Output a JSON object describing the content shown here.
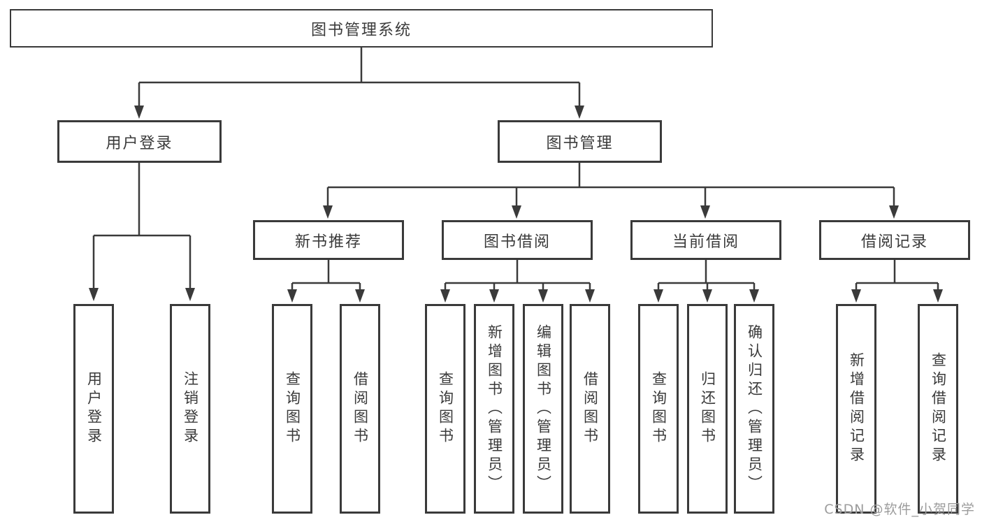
{
  "diagram": {
    "root": {
      "label": "图书管理系统"
    },
    "user_branch": {
      "label": "用户登录",
      "children": [
        {
          "label": "用户登录"
        },
        {
          "label": "注销登录"
        }
      ]
    },
    "book_branch": {
      "label": "图书管理",
      "groups": [
        {
          "label": "新书推荐",
          "children": [
            {
              "label": "查询图书"
            },
            {
              "label": "借阅图书"
            }
          ]
        },
        {
          "label": "图书借阅",
          "children": [
            {
              "label": "查询图书"
            },
            {
              "label": "新增图书（管理员）"
            },
            {
              "label": "编辑图书（管理员）"
            },
            {
              "label": "借阅图书"
            }
          ]
        },
        {
          "label": "当前借阅",
          "children": [
            {
              "label": "查询图书"
            },
            {
              "label": "归还图书"
            },
            {
              "label": "确认归还（管理员）"
            }
          ]
        },
        {
          "label": "借阅记录",
          "children": [
            {
              "label": "新增借阅记录"
            },
            {
              "label": "查询借阅记录"
            }
          ]
        }
      ]
    }
  },
  "watermark": {
    "text": "CSDN @软件_小贺同学"
  },
  "colors": {
    "line": "#3a3a3a",
    "text": "#3a3a3a",
    "background": "#ffffff",
    "watermark": "#9c9c9c"
  }
}
